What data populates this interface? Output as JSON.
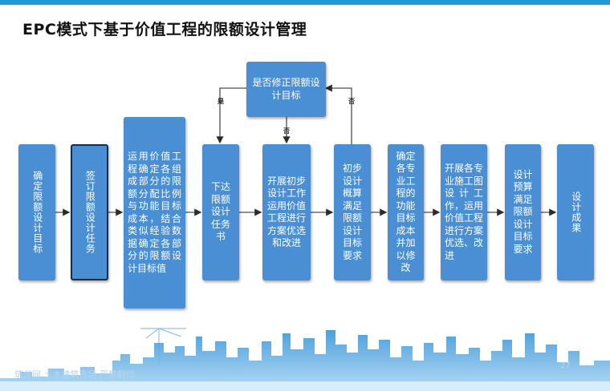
{
  "title": "EPC模式下基于价值工程的限额设计管理",
  "nodes": {
    "n1": "确定限额设计目标",
    "n2": "签订限额设计任务",
    "n3": "运用价值工程确定各组成部分的限额分配比例与功能目标成本，结合类似经验数据确定各部分的限额设计目标值",
    "n4": "下达限额设计任务书",
    "n5": "开展初步设计工作运用价值工程进行方案优选和改进",
    "n6": "初步设计概算满足限额设计目标要求",
    "n7": "确定各专业工程的功能目标成本并加以修改",
    "n8": "开展各专业施工图设计工作，运用价值工程进行方案优选、改进",
    "n9": "设计预算满足限额设计目标要求",
    "n10": "设计成果",
    "top": "是否修正限额设计目标"
  },
  "labels": {
    "yes": "是",
    "no1": "否",
    "no2": "否"
  },
  "footer": "筑龙网 土木建筑市场 严禁翻印",
  "page_number": "27"
}
